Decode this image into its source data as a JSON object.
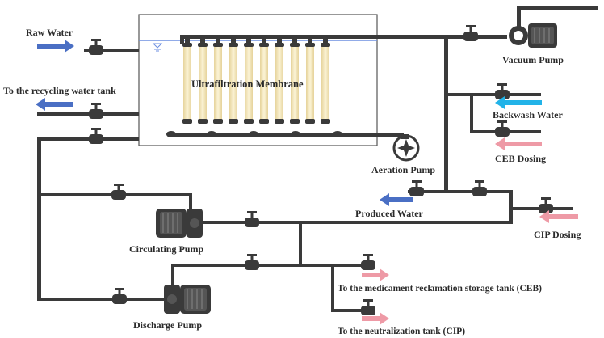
{
  "labels": {
    "raw_water": "Raw Water",
    "recycling_tank": "To the recycling water tank",
    "membrane": "Ultrafiltration Membrane",
    "vacuum_pump": "Vacuum Pump",
    "backwash_water": "Backwash Water",
    "ceb_dosing": "CEB Dosing",
    "aeration_pump": "Aeration Pump",
    "produced_water": "Produced Water",
    "cip_dosing": "CIP Dosing",
    "circulating_pump": "Circulating Pump",
    "discharge_pump": "Discharge Pump",
    "ceb_storage": "To the medicament reclamation storage tank (CEB)",
    "neutralization": "To the neutralization tank (CIP)"
  },
  "colors": {
    "pipe": "#3a3a3a",
    "water_arrow": "#4a6fc4",
    "backwash_arrow": "#22b3e8",
    "chemical_arrow": "#ee9aa6",
    "membrane_fiber": "#f3e6b8",
    "water_line": "#6d8fe0"
  }
}
